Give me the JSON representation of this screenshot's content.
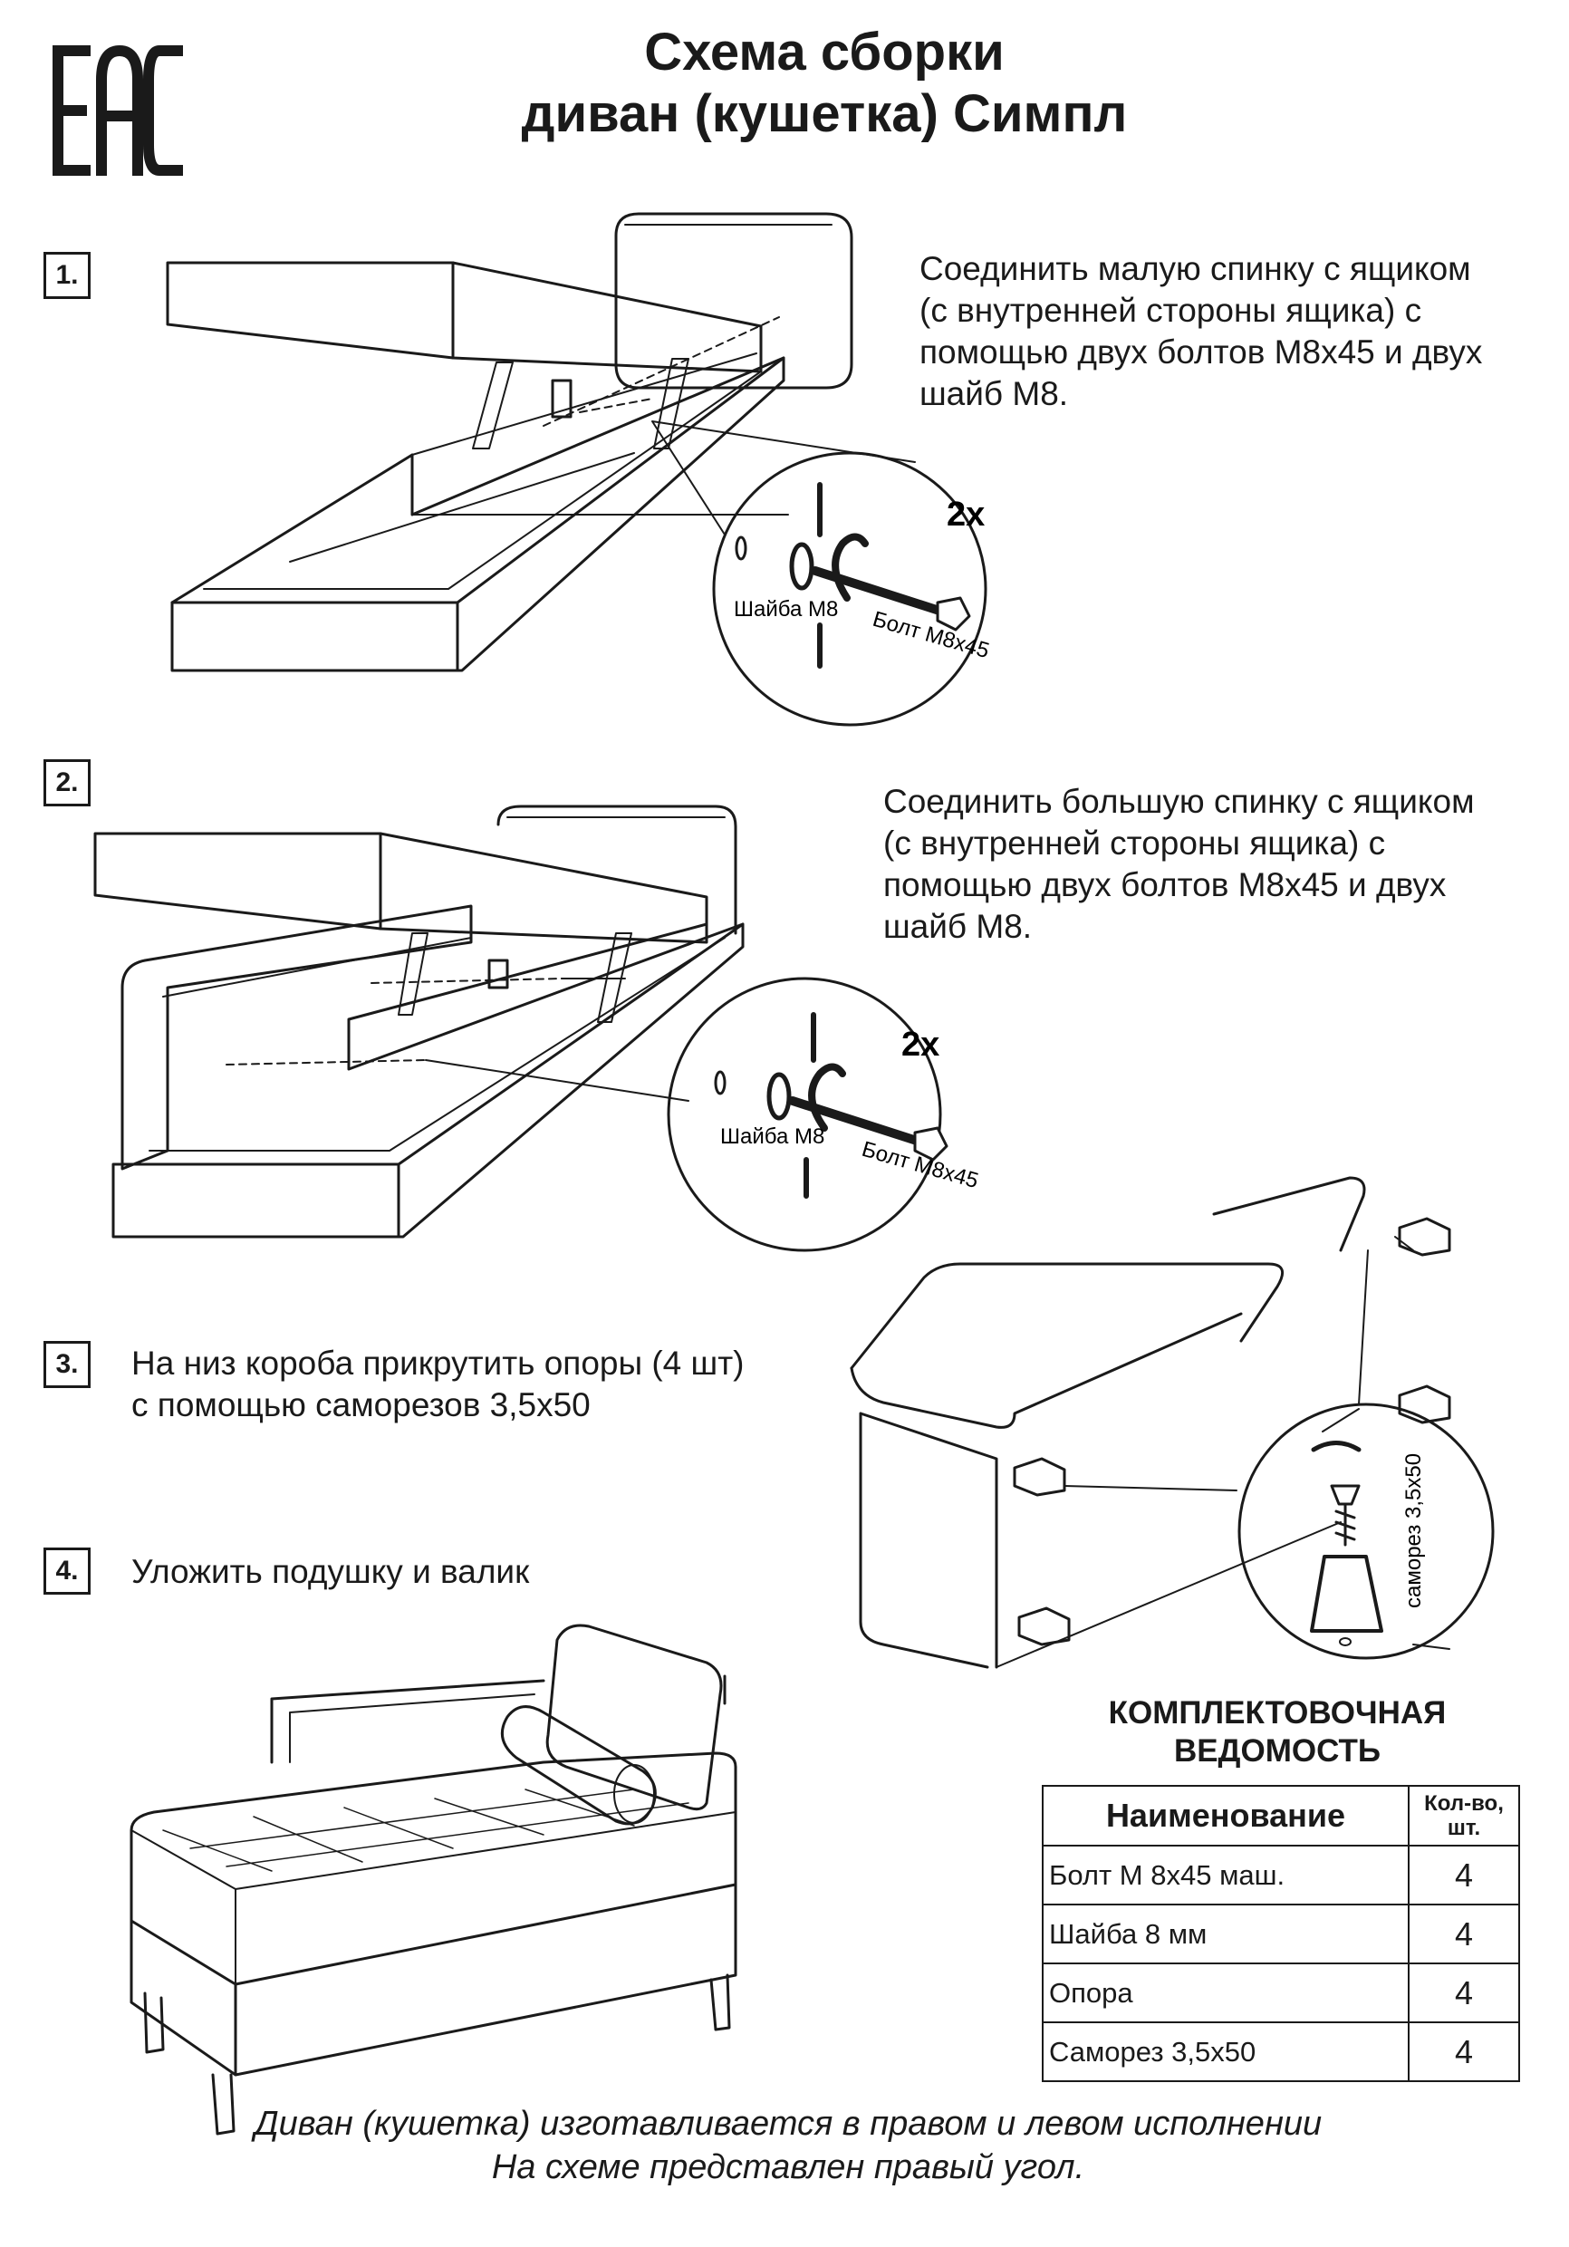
{
  "logo": {
    "text": "EAC"
  },
  "title": {
    "line1": "Схема сборки",
    "line2": "диван (кушетка) Симпл"
  },
  "steps": [
    {
      "num": "1.",
      "lines": [
        "Соединить малую спинку с ящиком",
        "(с внутренней стороны ящика) с",
        "помощью двух болтов М8х45 и двух",
        "шайб М8."
      ],
      "detail": {
        "count": "2x",
        "washer": "Шайба М8",
        "bolt": "Болт М8х45"
      }
    },
    {
      "num": "2.",
      "lines": [
        "Соединить большую спинку с ящиком",
        "(с внутренней стороны ящика) с",
        "помощью двух болтов М8х45 и двух",
        "шайб М8."
      ],
      "detail": {
        "count": "2x",
        "washer": "Шайба М8",
        "bolt": "Болт М8х45"
      }
    },
    {
      "num": "3.",
      "lines": [
        "На низ короба прикрутить опоры (4 шт)",
        "с помощью саморезов 3,5х50"
      ],
      "detail": {
        "screw": "саморез 3,5х50"
      }
    },
    {
      "num": "4.",
      "lines": [
        "Уложить подушку и валик"
      ]
    }
  ],
  "vedomost": {
    "title_line1": "КОМПЛЕКТОВОЧНАЯ",
    "title_line2": "ВЕДОМОСТЬ",
    "col_name": "Наименование",
    "col_qty_line1": "Кол-во,",
    "col_qty_line2": "шт.",
    "rows": [
      {
        "name": "Болт М 8х45 маш.",
        "qty": "4"
      },
      {
        "name": "Шайба 8 мм",
        "qty": "4"
      },
      {
        "name": "Опора",
        "qty": "4"
      },
      {
        "name": "Саморез 3,5х50",
        "qty": "4"
      }
    ]
  },
  "footer": {
    "line1": "Диван (кушетка) изготавливается в правом и левом исполнении",
    "line2": "На схеме представлен правый угол."
  }
}
